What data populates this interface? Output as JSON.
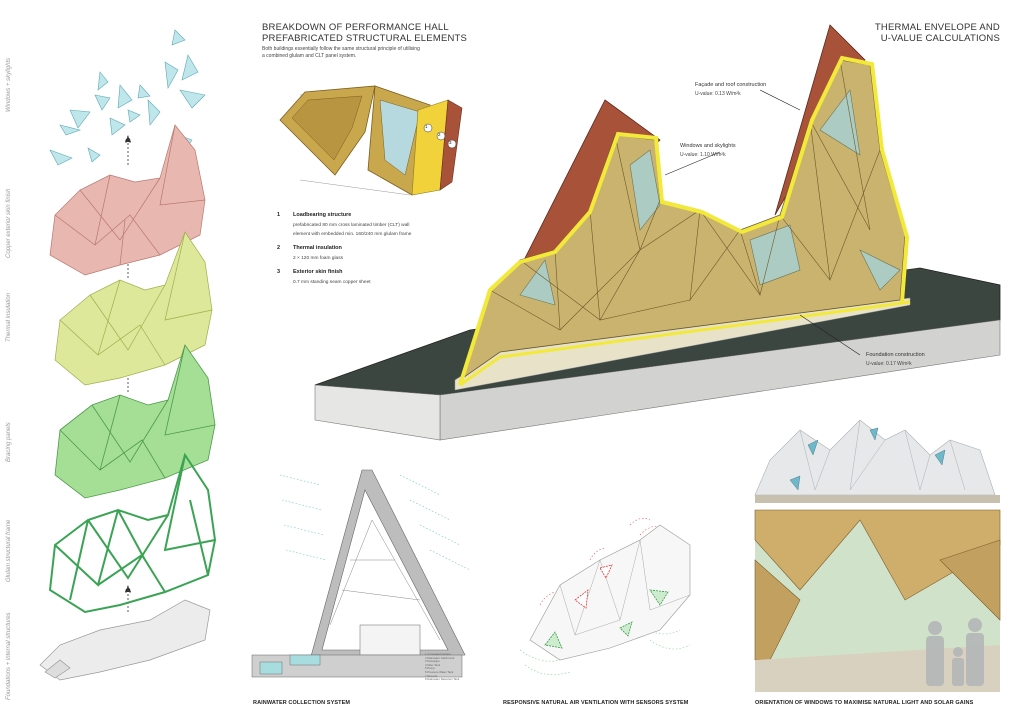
{
  "header": {
    "title_line1": "BREAKDOWN OF PERFORMANCE HALL",
    "title_line2": "PREFABRICATED STRUCTURAL ELEMENTS",
    "intro_line1": "Both buildings essentially follow the same structural principle of utilising",
    "intro_line2": "a combined glulam and CLT panel system.",
    "right_title_line1": "THERMAL ENVELOPE AND",
    "right_title_line2": "U-VALUE CALCULATIONS"
  },
  "layers": [
    {
      "label": "Windows + skylights"
    },
    {
      "label": "Copper exterior skin finish"
    },
    {
      "label": "Thermal insulation"
    },
    {
      "label": "Bracing panels"
    },
    {
      "label": "Glulam structural frame"
    },
    {
      "label": "Foundations + internal structures"
    }
  ],
  "steps": [
    {
      "num": "1",
      "title": "Loadbearing structure",
      "d1": "prefabricated 80 mm cross laminated timber (CLT) wall",
      "d2": "element with embedded min. 160/240 mm glulam frame"
    },
    {
      "num": "2",
      "title": "Thermal insulation",
      "d1": "2 × 120 mm foam glass",
      "d2": ""
    },
    {
      "num": "3",
      "title": "Exterior skin finish",
      "d1": "0.7 mm standing seam copper sheet",
      "d2": ""
    }
  ],
  "detail_markers": [
    "1",
    "2",
    "3"
  ],
  "callouts": {
    "facade": {
      "heading": "Façade and roof construction",
      "value": "U-value:  0.13  W/m²k"
    },
    "windows": {
      "heading": "Windows and skylights",
      "value": "U-value:  1.10  W/m²k"
    },
    "foundation": {
      "heading": "Foundation construction",
      "value": "U-value:  0.17  W/m²k"
    }
  },
  "section_legend": [
    "1  Concealed Gutters",
    "2  Rainwater Catchment",
    "3  Downpipe",
    "4  Filter Tank",
    "5  Pump",
    "6  Pressure Water Tank",
    "7  Recycle",
    "8  Rainwater Retention Tank"
  ],
  "captions": {
    "rainwater": "RAINWATER COLLECTION SYSTEM",
    "ventilation": "RESPONSIVE NATURAL AIR VENTILATION WITH SENSORS SYSTEM",
    "orientation": "ORIENTATION OF WINDOWS TO MAXIMISE NATURAL LIGHT AND SOLAR GAINS"
  },
  "colors": {
    "timber": "#c9b36e",
    "copper": "#a9523a",
    "insulation": "#f2e93a",
    "glass": "#a8d8dc",
    "ground": "#3c4640",
    "pink_layer": "#e8b7b0",
    "lime_layer": "#dde89a",
    "green_layer": "#93d389"
  }
}
